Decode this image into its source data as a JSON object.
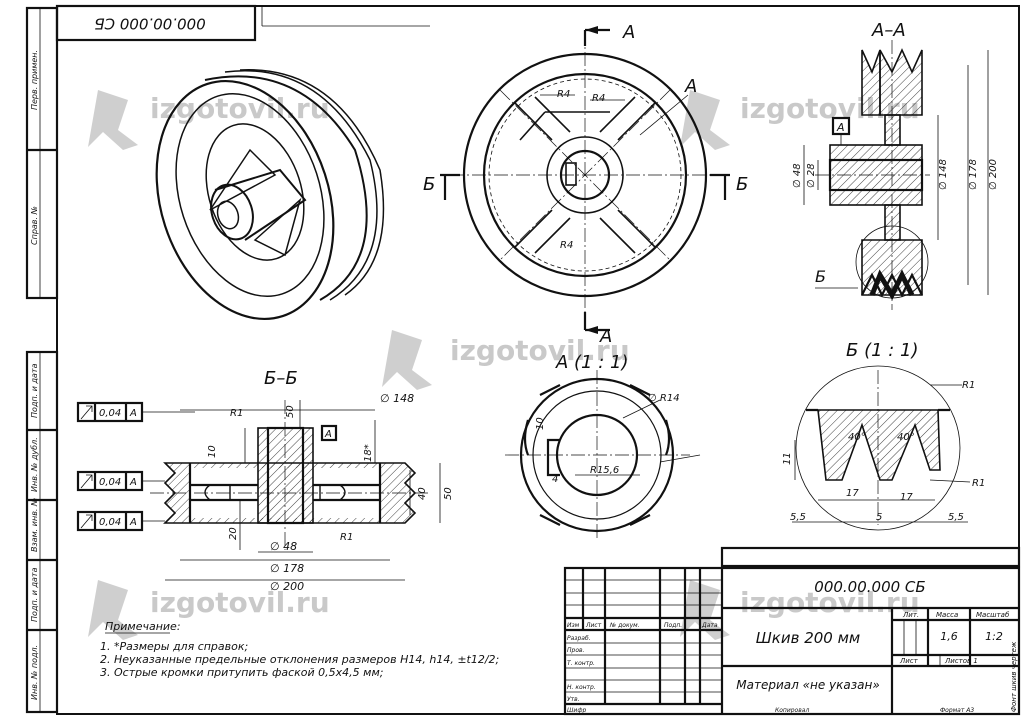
{
  "drawing": {
    "designation": "000.00.000 СБ",
    "designation_rotated": "000.00.000 СБ",
    "title": "Шкив 200 мм",
    "material": "Материал «не указан»",
    "mass": "1,6",
    "scale": "1:2",
    "format": "Формат  А3",
    "copied": "Копировал",
    "sheets_label": "Листов 1",
    "sheet_label": "Лист"
  },
  "watermark": "izgotovil.ru",
  "side_stamp": [
    "Перв. примен.",
    "Справ. №",
    "Подп. и дата",
    "Инв. № дубл.",
    "Взам. инв. №",
    "Подп. и дата",
    "Инв. № подл."
  ],
  "right_vertical": "Фонт шкив чертеж",
  "title_block": {
    "cols": [
      "Изм",
      "Лист",
      "№ докум.",
      "Подп.",
      "Дата"
    ],
    "rows": [
      "Разраб.",
      "Пров.",
      "Т. контр.",
      "",
      "Н. контр.",
      "Утв."
    ],
    "lit": "Лит.",
    "massa": "Масса",
    "masshtab": "Масштаб",
    "shifr": "Шифр"
  },
  "views": {
    "section_aa": "А–А",
    "section_bb": "Б–Б",
    "detail_a": "А (1 : 1)",
    "detail_b": "Б (1 : 1)",
    "cut_a": "А",
    "cut_b": "Б"
  },
  "dims": {
    "r4": "R4",
    "a_letter": "А",
    "d48": "∅ 48",
    "d28": "∅ 28",
    "d148": "∅ 148",
    "d178": "∅ 178",
    "d200": "∅ 200",
    "r1": "R1",
    "n50": "50",
    "n10": "10",
    "n18": "18*",
    "n40": "40",
    "n20": "20",
    "r14": "∅ R14",
    "r156": "R15,6",
    "n4": "4",
    "n11": "11",
    "a40": "40°",
    "n17": "17",
    "n5": "5",
    "n55": "5,5"
  },
  "tolerances": [
    {
      "value": "0,04",
      "base": "А"
    },
    {
      "value": "0,04",
      "base": "А"
    },
    {
      "value": "0,04",
      "base": "А"
    }
  ],
  "notes": {
    "heading": "Примечание:",
    "items": [
      "1.    *Размеры для справок;",
      "2.    Неуказанные предельные отклонения размеров H14, h14, ±t12/2;",
      "3.    Острые кромки притупить фаской 0,5х4,5 мм;"
    ]
  }
}
